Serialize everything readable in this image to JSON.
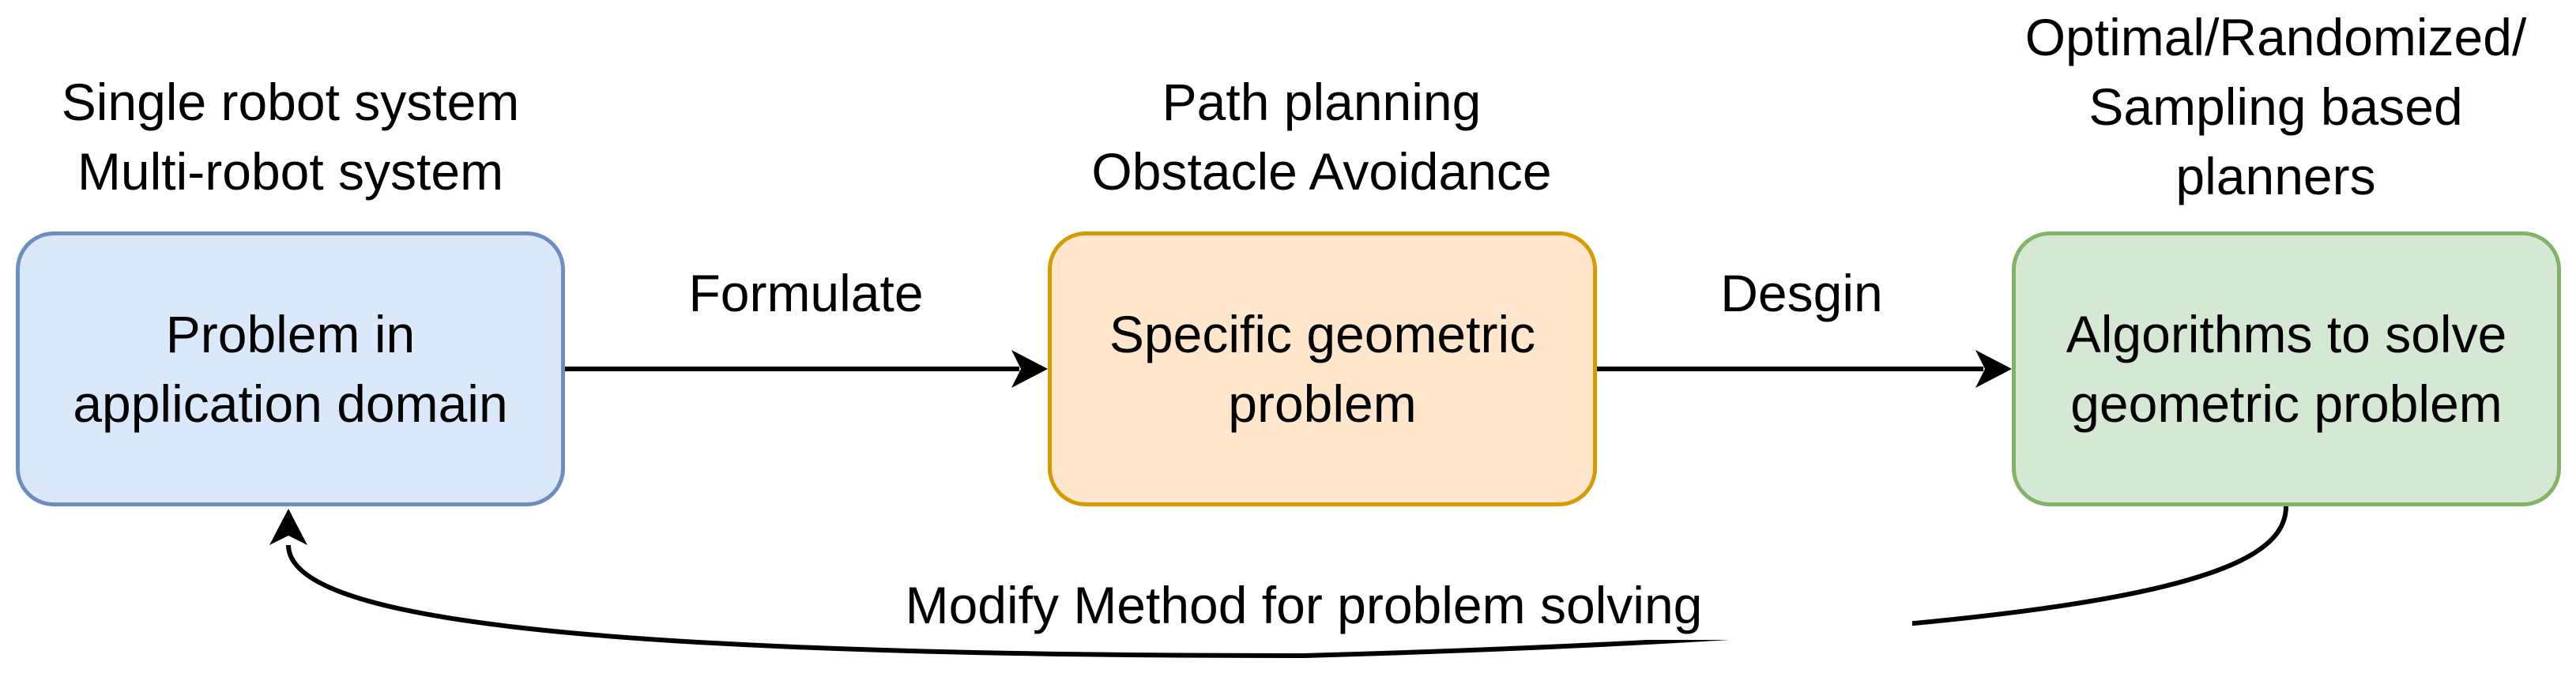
{
  "boxes": {
    "application": {
      "text": "Problem in\napplication domain",
      "color": "#dae8fc",
      "border": "#6c8ebf"
    },
    "geometric": {
      "text": "Specific geometric\nproblem",
      "color": "#ffe6cc",
      "border": "#d79b00"
    },
    "algorithms": {
      "text": "Algorithms to solve\ngeometric problem",
      "color": "#d5e8d4",
      "border": "#82b366"
    }
  },
  "top_labels": {
    "application": "Single robot system\nMulti-robot system",
    "geometric": "Path planning\nObstacle Avoidance",
    "algorithms": "Optimal/Randomized/\nSampling based\nplanners"
  },
  "edges": {
    "formulate": "Formulate",
    "design": "Desgin",
    "feedback": "Modify Method for problem solving"
  }
}
